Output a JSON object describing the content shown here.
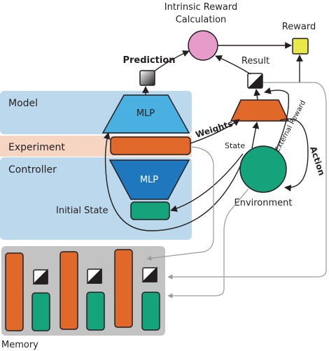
{
  "labels": {
    "intrinsic_reward": "Intrinsic Reward",
    "calculation": "Calculation",
    "reward": "Reward",
    "prediction": "Prediction",
    "result": "Result",
    "model": "Model",
    "experiment": "Experiment",
    "controller": "Controller",
    "mlp_model": "MLP",
    "mlp_controller": "MLP",
    "initial_state": "Initial State",
    "weights": "Weights",
    "state": "State",
    "external_reward": "External Reward",
    "action": "Action",
    "environment": "Environment",
    "memory": "Memory"
  },
  "colors": {
    "model_panel": "#bcd8ec",
    "experiment_band": "#f6d5c3",
    "memory_panel": "#c3c3c3",
    "orange": "#e0692a",
    "green": "#14a37a",
    "model_mlp": "#4ab0e2",
    "controller_mlp": "#1f77bd",
    "intrinsic_circle": "#e79bcb",
    "reward_square": "#e8e84a",
    "gray_line": "#9a9a9a",
    "black": "#231f20"
  }
}
